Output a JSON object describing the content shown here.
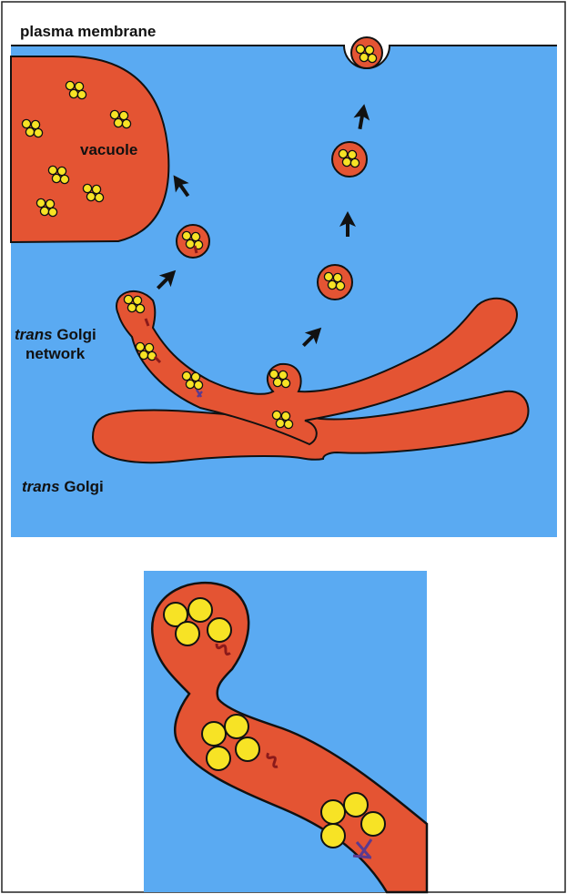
{
  "labels": {
    "plasma_membrane": "plasma membrane",
    "vacuole": "vacuole",
    "tgn_italic": "trans",
    "tgn_rest": "Golgi",
    "tgn_line2": "network",
    "golgi_italic": "trans",
    "golgi_rest": "Golgi"
  },
  "colors": {
    "cytosol": "#5aaaf2",
    "lumen": "#e45433",
    "cargo": "#f7e325",
    "outline": "#111111",
    "receptor_red": "#8b1a1a",
    "receptor_purple": "#5a3a8f",
    "paper": "#ffffff"
  },
  "icons": {
    "arrow": "arrow-icon",
    "cargo_cluster": "cargo-cluster-icon",
    "receptor": "receptor-icon"
  }
}
